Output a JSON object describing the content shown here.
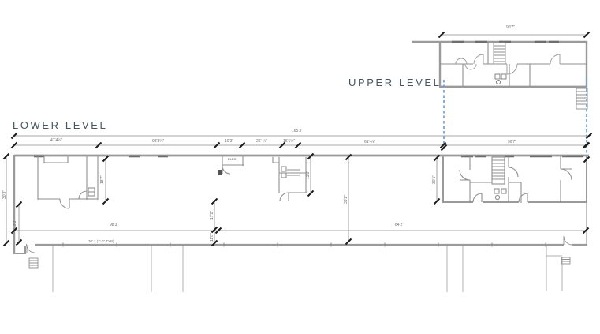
{
  "titles": {
    "upper": "UPPER LEVEL",
    "lower": "LOWER LEVEL"
  },
  "dims": {
    "overall": "165'3\"",
    "seg_a": "47'4¼\"",
    "seg_b": "98'3¼\"",
    "seg_c": "10'3\"",
    "seg_d": "26'-¼\"",
    "seg_e": "16'1½\"",
    "seg_f": "61'-¼\"",
    "seg_g": "90'7\"",
    "upper_width": "90'7\"",
    "bottom_left": "98'3\"",
    "bottom_right": "84'2\"",
    "typ_note": "30' x (2'-0\" TYP)",
    "v_left_outer": "30'3\"",
    "v_left_inner": "13'3\"",
    "v_room_left": "18'7\"",
    "v_room_mid": "13'8\"",
    "v_hall": "36'2\"",
    "v_suite": "30'1\"",
    "v_mid_upper": "17'2\"",
    "v_mid_lower": "11'8\"",
    "room_label_elec": "ELEC"
  },
  "colors": {
    "title_text": "#44565f",
    "walls": "#9a9a9a",
    "dashed_guide": "#6f9ecf",
    "dim_text": "#6b6b6b",
    "tick": "#1c1c1c"
  }
}
